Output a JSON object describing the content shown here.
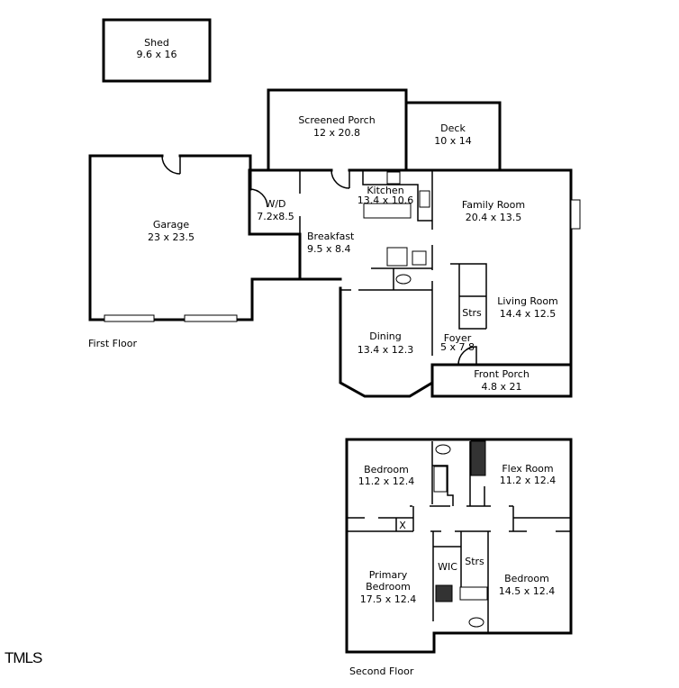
{
  "first_floor": {
    "caption": "First Floor",
    "rooms": {
      "shed": {
        "name": "Shed",
        "dims": "9.6 x 16"
      },
      "screened_porch": {
        "name": "Screened Porch",
        "dims": "12 x 20.8"
      },
      "deck": {
        "name": "Deck",
        "dims": "10 x 14"
      },
      "garage": {
        "name": "Garage",
        "dims": "23 x 23.5"
      },
      "wd": {
        "name": "W/D",
        "dims": "7.2x8.5"
      },
      "kitchen": {
        "name": "Kitchen",
        "dims": "13.4 x 10.6"
      },
      "family_room": {
        "name": "Family Room",
        "dims": "20.4 x 13.5"
      },
      "breakfast": {
        "name": "Breakfast",
        "dims": "9.5 x 8.4"
      },
      "living_room": {
        "name": "Living Room",
        "dims": "14.4 x 12.5"
      },
      "stairs": {
        "name": "Strs"
      },
      "dining": {
        "name": "Dining",
        "dims": "13.4 x 12.3"
      },
      "foyer": {
        "name": "Foyer",
        "dims": "5 x 7.8"
      },
      "front_porch": {
        "name": "Front Porch",
        "dims": "4.8 x 21"
      }
    }
  },
  "second_floor": {
    "caption": "Second Floor",
    "rooms": {
      "bedroom_nw": {
        "name": "Bedroom",
        "dims": "11.2 x 12.4"
      },
      "flex_room": {
        "name": "Flex Room",
        "dims": "11.2 x 12.4"
      },
      "closet_x": {
        "name": "X"
      },
      "wic": {
        "name": "WIC"
      },
      "stairs": {
        "name": "Strs"
      },
      "primary_bedroom": {
        "name1": "Primary",
        "name2": "Bedroom",
        "dims": "17.5 x 12.4"
      },
      "bedroom_se": {
        "name": "Bedroom",
        "dims": "14.5 x 12.4"
      }
    }
  },
  "logo": "TMLS"
}
